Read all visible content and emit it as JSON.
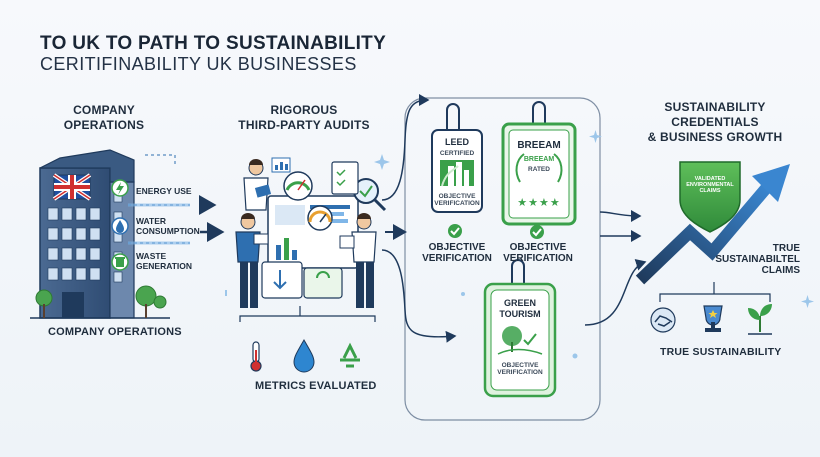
{
  "title": {
    "line1_prefix": "TO UK TO PATH TO",
    "line1_bold": "SUSTAINABILITY",
    "line2": "CERITIFINABILITY UK BUSINESSES"
  },
  "company": {
    "heading_line1": "COMPANY",
    "heading_line2": "OPERATIONS",
    "footer": "COMPANY OPERATIONS",
    "metrics": [
      {
        "label_line1": "ENERGY USE",
        "label_line2": "",
        "icon": "lightning-icon"
      },
      {
        "label_line1": "WATER",
        "label_line2": "CONSUMPTION",
        "icon": "water-drop-icon"
      },
      {
        "label_line1": "WASTE",
        "label_line2": "GENERATION",
        "icon": "recycle-bin-icon"
      }
    ]
  },
  "audits": {
    "heading_line1": "RIGOROUS",
    "heading_line2": "THIRD-PARTY AUDITS",
    "footer": "METRICS EVALUATED",
    "icons": [
      "thermometer-icon",
      "water-drop-icon",
      "recycle-icon"
    ]
  },
  "certifications": [
    {
      "name": "LEED",
      "sub": "CERTIFIED",
      "tag_line1": "OBJECTIVE",
      "tag_line2": "VERIFICATION",
      "label_line1": "OBJECTIVE",
      "label_line2": "VERIFICATION"
    },
    {
      "name": "BREEAM",
      "sub_top": "BREEAM",
      "sub": "RATED",
      "stars": "★★★★",
      "label_line1": "OBJECTIVE",
      "label_line2": "VERIFICATION"
    },
    {
      "name_line1": "GREEN",
      "name_line2": "TOURISM",
      "tag_line1": "OBJECTIVE",
      "tag_line2": "VERIFICATION"
    }
  ],
  "growth": {
    "heading_line1": "SUSTAINABILITY",
    "heading_line2": "CREDENTIALS",
    "heading_line3": "& BUSINESS GROWTH",
    "shield_line1": "VALIDATED",
    "shield_line2": "ENVIRONMENTAL",
    "shield_line3": "CLAIMS",
    "claims_line1": "TRUE",
    "claims_line2": "SUSTAINABILTEL",
    "claims_line3": "CLAIMS",
    "footer": "TRUE SUSTAINABILITY",
    "icons": [
      "handshake-icon",
      "trophy-icon",
      "sprout-icon"
    ]
  },
  "colors": {
    "navy": "#1f3a5c",
    "blue": "#2e6fb0",
    "green": "#3aa04a",
    "light_green": "#dff2df"
  }
}
